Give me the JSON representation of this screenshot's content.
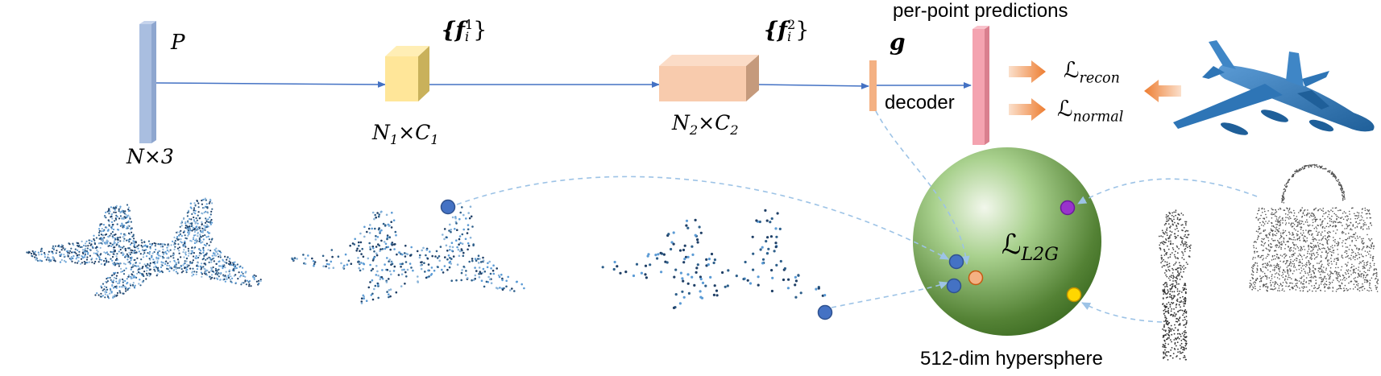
{
  "labels": {
    "input_P": "P",
    "input_dims": "N×3",
    "feat1_set": "{f",
    "feat1_sup": "1",
    "feat1_sub": "i",
    "feat1_close": "}",
    "feat1_dims_a": "N",
    "feat1_dims_a_sub": "1",
    "feat1_dims_b": "×C",
    "feat1_dims_b_sub": "1",
    "feat2_set": "{f",
    "feat2_sup": "2",
    "feat2_sub": "i",
    "feat2_close": "}",
    "feat2_dims_a": "N",
    "feat2_dims_a_sub": "2",
    "feat2_dims_b": "×C",
    "feat2_dims_b_sub": "2",
    "global_g": "g",
    "decoder": "decoder",
    "predictions": "per-point predictions",
    "loss_recon": "ℒ",
    "loss_recon_sub": "recon",
    "loss_normal": "ℒ",
    "loss_normal_sub": "normal",
    "loss_l2g": "ℒ",
    "loss_l2g_sub": "L2G",
    "hypersphere": "512-dim hypersphere"
  },
  "colors": {
    "input_bar": "#a9bee0",
    "feat1_block": "#ffe699",
    "feat2_block": "#f8cbad",
    "global_bar": "#f4b183",
    "pred_bar": "#f4a3b0",
    "flow_arrow": "#4472c4",
    "dashed_arrow": "#9dc3e6",
    "loss_arrow": "#ed7d31",
    "sphere": "#548235",
    "dot_blue": "#4472c4",
    "dot_orange": "#f4b183",
    "dot_purple": "#9933cc",
    "dot_yellow": "#ffd700",
    "airplane": "#2e75b6"
  },
  "icons": {
    "mesh": "airplane-mesh-icon",
    "cup": "cup-point-cloud-icon",
    "bag": "bag-point-cloud-icon"
  }
}
